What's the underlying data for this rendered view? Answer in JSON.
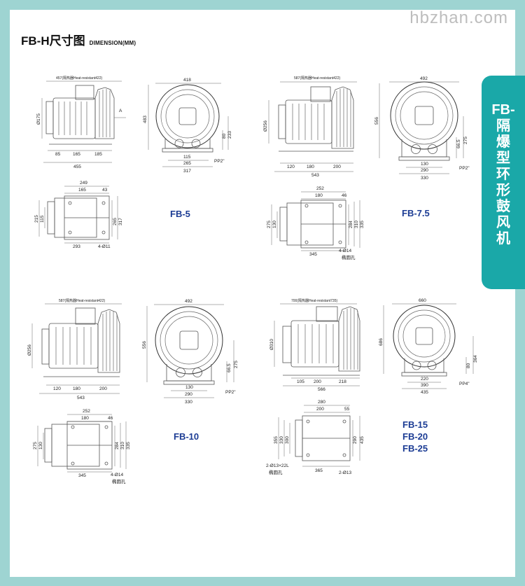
{
  "watermark": "hbzhan.com",
  "header": {
    "title": "FB-H尺寸图",
    "subtitle": "DIMENSION(MM)"
  },
  "side_tab": {
    "text": [
      "FB-",
      "隔",
      "爆",
      "型",
      "环",
      "形",
      "鼓",
      "风",
      "机"
    ]
  },
  "models": {
    "fb5": "FB-5",
    "fb75": "FB-7.5",
    "fb10": "FB-10",
    "fb15": "FB-15",
    "fb20": "FB-20",
    "fb25": "FB-25"
  },
  "fb5": {
    "side_top": "457(隔热器Heat-resistant422)",
    "side": {
      "d": "Ø175",
      "a": "85",
      "b": "165",
      "c": "185",
      "total": "455",
      "arrow": "A"
    },
    "front": {
      "w": "418",
      "h": "483",
      "r1": "80",
      "r2": "233",
      "b1": "115",
      "b2": "265",
      "b3": "317",
      "pp": "PP2\""
    },
    "plan": {
      "t1": "249",
      "t2": "165",
      "t3": "43",
      "l1": "215",
      "l2": "115",
      "r1": "265",
      "r2": "317",
      "bot": "293",
      "hole": "4-Ø11"
    }
  },
  "fb75": {
    "side_top": "587(隔热器Heat-resistant422)",
    "side": {
      "d": "Ø256",
      "a": "120",
      "b": "180",
      "c": "200",
      "total": "543"
    },
    "front": {
      "w": "492",
      "h": "556",
      "r1": "66.5",
      "r2": "275",
      "b1": "130",
      "b2": "290",
      "b3": "330",
      "pp": "PP2\""
    },
    "plan": {
      "t1": "252",
      "t2": "180",
      "t3": "46",
      "l1": "275",
      "l2": "130",
      "r1": "284",
      "r2": "310",
      "r3": "335",
      "bot": "345",
      "hole": "4-Ø14",
      "hole2": "椭圆孔"
    }
  },
  "fb10": {
    "side_top": "587(隔热器Heat-resistant422)",
    "side": {
      "d": "Ø256",
      "a": "120",
      "b": "180",
      "c": "200",
      "total": "543"
    },
    "front": {
      "w": "492",
      "h": "556",
      "r1": "66.5",
      "r2": "275",
      "b1": "130",
      "b2": "290",
      "b3": "330",
      "pp": "PP2\""
    },
    "plan": {
      "t1": "252",
      "t2": "180",
      "t3": "46",
      "l1": "275",
      "l2": "130",
      "r1": "284",
      "r2": "310",
      "r3": "335",
      "bot": "345",
      "hole": "4-Ø14",
      "hole2": "椭圆孔"
    }
  },
  "fb15": {
    "side_top": "700(隔热器Heat-resistant735)",
    "side": {
      "d": "Ø310",
      "a": "105",
      "b": "200",
      "c": "218",
      "total": "566"
    },
    "front": {
      "w": "660",
      "h": "686",
      "r1": "80",
      "r2": "364",
      "b1": "220",
      "b2": "390",
      "b3": "435",
      "pp": "PP4\""
    },
    "plan": {
      "t1": "280",
      "t2": "200",
      "t3": "55",
      "l1": "355",
      "l2": "330",
      "l3": "300",
      "r1": "290",
      "r2": "435",
      "bot": "365",
      "hole": "2-Ø13×22L",
      "hole2": "椭圆孔",
      "hole3": "2-Ø13"
    }
  }
}
